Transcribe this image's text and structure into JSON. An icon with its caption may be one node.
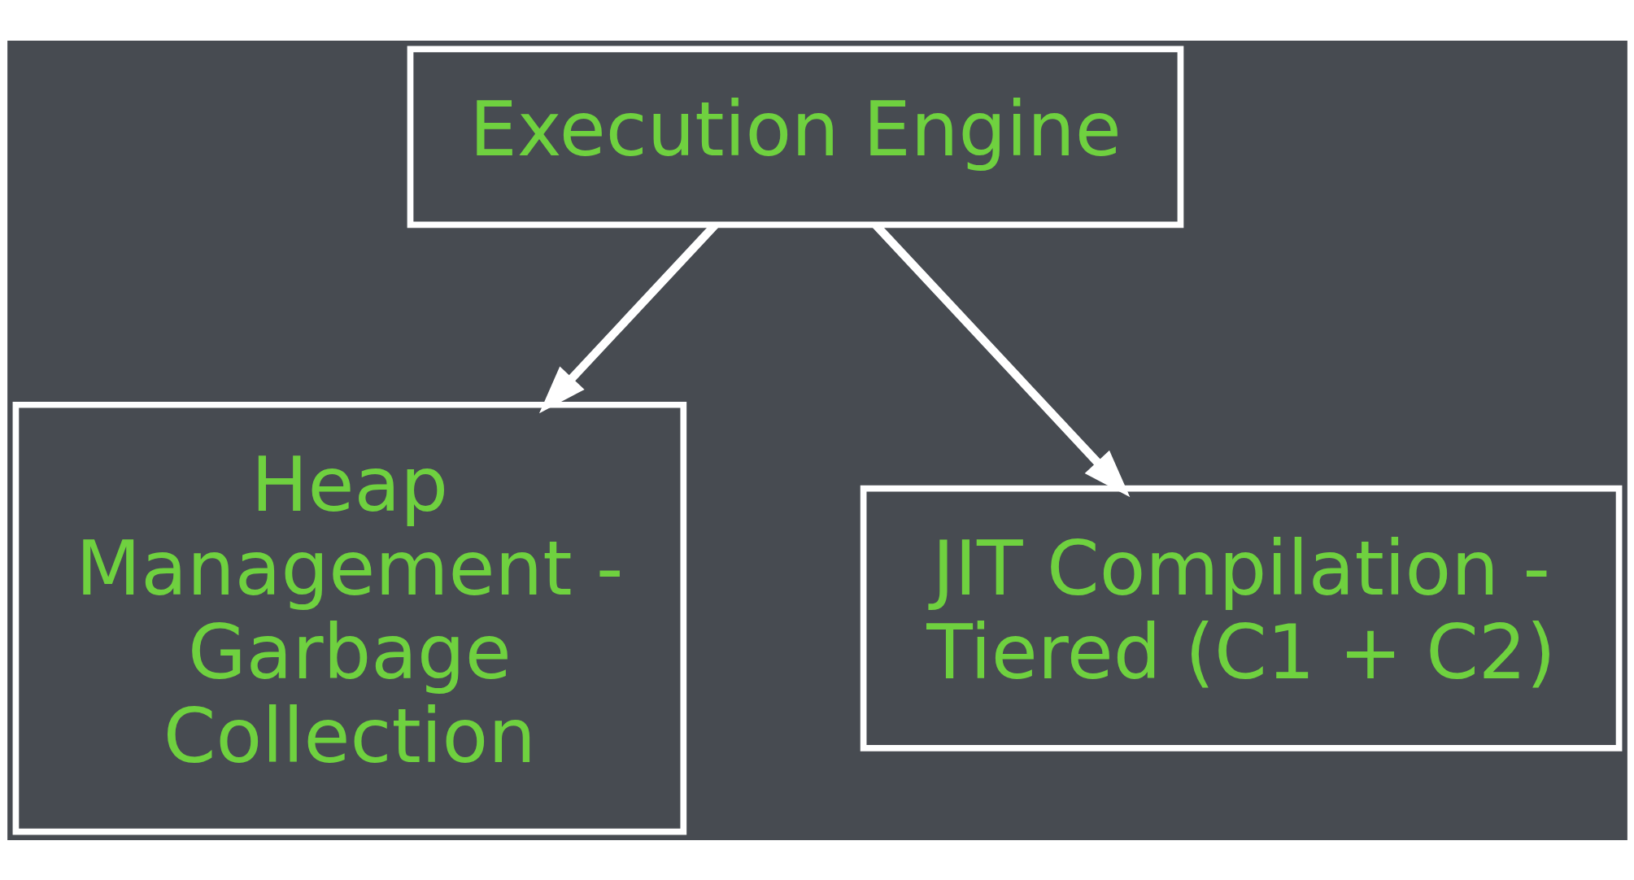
{
  "diagram": {
    "nodes": [
      {
        "text": [
          "Execution Engine"
        ]
      },
      {
        "text": [
          "Heap Management - Garbage Collection"
        ]
      },
      {
        "text": [
          "JIT Compilation - Tiered (C1 + C2)"
        ]
      }
    ],
    "edges": [
      {
        "from": 0,
        "to": 1,
        "arrow": "to"
      },
      {
        "from": 0,
        "to": 2,
        "arrow": "to"
      }
    ]
  }
}
